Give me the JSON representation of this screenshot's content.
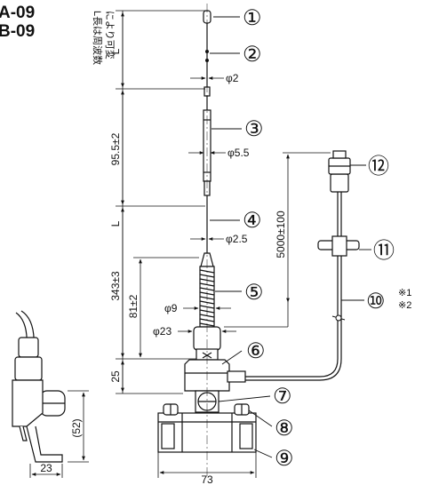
{
  "model_codes": [
    "A-09",
    "B-09"
  ],
  "callouts": [
    "①",
    "②",
    "③",
    "④",
    "⑤",
    "⑥",
    "⑦",
    "⑧",
    "⑨",
    "⑩",
    "⑪",
    "⑫"
  ],
  "notes": [
    "※1",
    "※2"
  ],
  "dimensions": {
    "L": "L",
    "L_note_line1": "L長は周波数",
    "L_note_line2": "により可変",
    "phi2": "φ2",
    "len_95": "95.5±2",
    "phi5_5": "φ5.5",
    "L2": "L",
    "phi2_5": "φ2.5",
    "len_343": "343±3",
    "len_81": "81±2",
    "phi9": "φ9",
    "phi23": "φ23",
    "h25": "25",
    "cable_len": "5000±100",
    "h52": "(52)",
    "w23": "23",
    "w73": "73"
  }
}
